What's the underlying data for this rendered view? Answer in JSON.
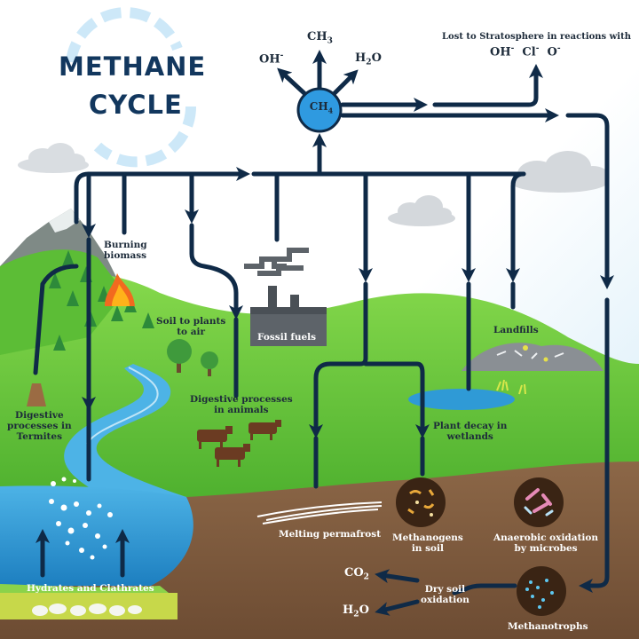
{
  "title": {
    "line1": "METHANE",
    "line2": "CYCLE"
  },
  "center_molecule": {
    "main": "CH",
    "sub": "4"
  },
  "products": {
    "oh": {
      "main": "OH",
      "sup": "-"
    },
    "ch3": {
      "main": "CH",
      "sub": "3"
    },
    "h2o": {
      "main": "H",
      "sub": "2",
      "tail": "O"
    }
  },
  "stratosphere": {
    "title": "Lost to Stratosphere in reactions with",
    "species": [
      "OH",
      "Cl",
      "O"
    ],
    "charge": "-"
  },
  "sources": {
    "burning_biomass": [
      "Burning",
      "biomass"
    ],
    "soil_to_plants": [
      "Soil to plants",
      "to air"
    ],
    "fossil_fuels": "Fossil fuels",
    "digestive_animals": [
      "Digestive processes",
      "in animals"
    ],
    "digestive_termites": [
      "Digestive",
      "processes in",
      "Termites"
    ],
    "plant_decay": [
      "Plant decay in",
      "wetlands"
    ],
    "landfills": "Landfills",
    "hydrates": "Hydrates and Clathrates",
    "permafrost": "Melting permafrost",
    "methanogens": [
      "Methanogens",
      "in soil"
    ]
  },
  "sinks": {
    "anaerobic": [
      "Anaerobic oxidation",
      "by microbes"
    ],
    "dry_soil": [
      "Dry soil",
      "oxidation"
    ],
    "methanotrophs": "Methanotrophs",
    "co2": {
      "main": "CO",
      "sub": "2"
    },
    "h2o": {
      "main": "H",
      "sub": "2",
      "tail": "O"
    }
  },
  "colors": {
    "arrow": "#0f2a47",
    "ch4_circle": "#2f9ae0",
    "sky": "#e4f3fb",
    "grass": "#6cc93f",
    "soil": "#8a6646",
    "water": "#3aa7de"
  }
}
